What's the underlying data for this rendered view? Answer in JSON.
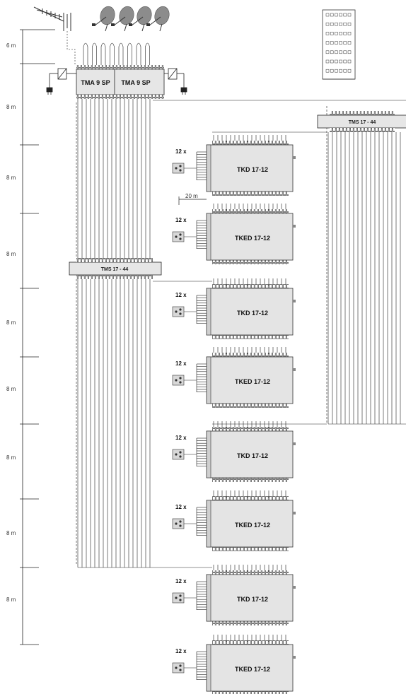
{
  "floor_heights": [
    "6 m",
    "8 m",
    "8 m",
    "8 m",
    "8 m",
    "8 m",
    "8 m",
    "8 m",
    "8 m"
  ],
  "amplifiers": {
    "left": "TMA 9 SP",
    "right": "TMA 9 SP"
  },
  "splitters": {
    "top_right": "TMS 17 - 44",
    "middle_left": "TMS 17 - 44"
  },
  "distance_label": "20 m",
  "multiswitches": [
    {
      "label": "TKD 17-12",
      "count": "12 x"
    },
    {
      "label": "TKED 17-12",
      "count": "12 x"
    },
    {
      "label": "TKD 17-12",
      "count": "12 x"
    },
    {
      "label": "TKED 17-12",
      "count": "12 x"
    },
    {
      "label": "TKD 17-12",
      "count": "12 x"
    },
    {
      "label": "TKED 17-12",
      "count": "12 x"
    },
    {
      "label": "TKD 17-12",
      "count": "12 x"
    },
    {
      "label": "TKED 17-12",
      "count": "12 x"
    }
  ]
}
